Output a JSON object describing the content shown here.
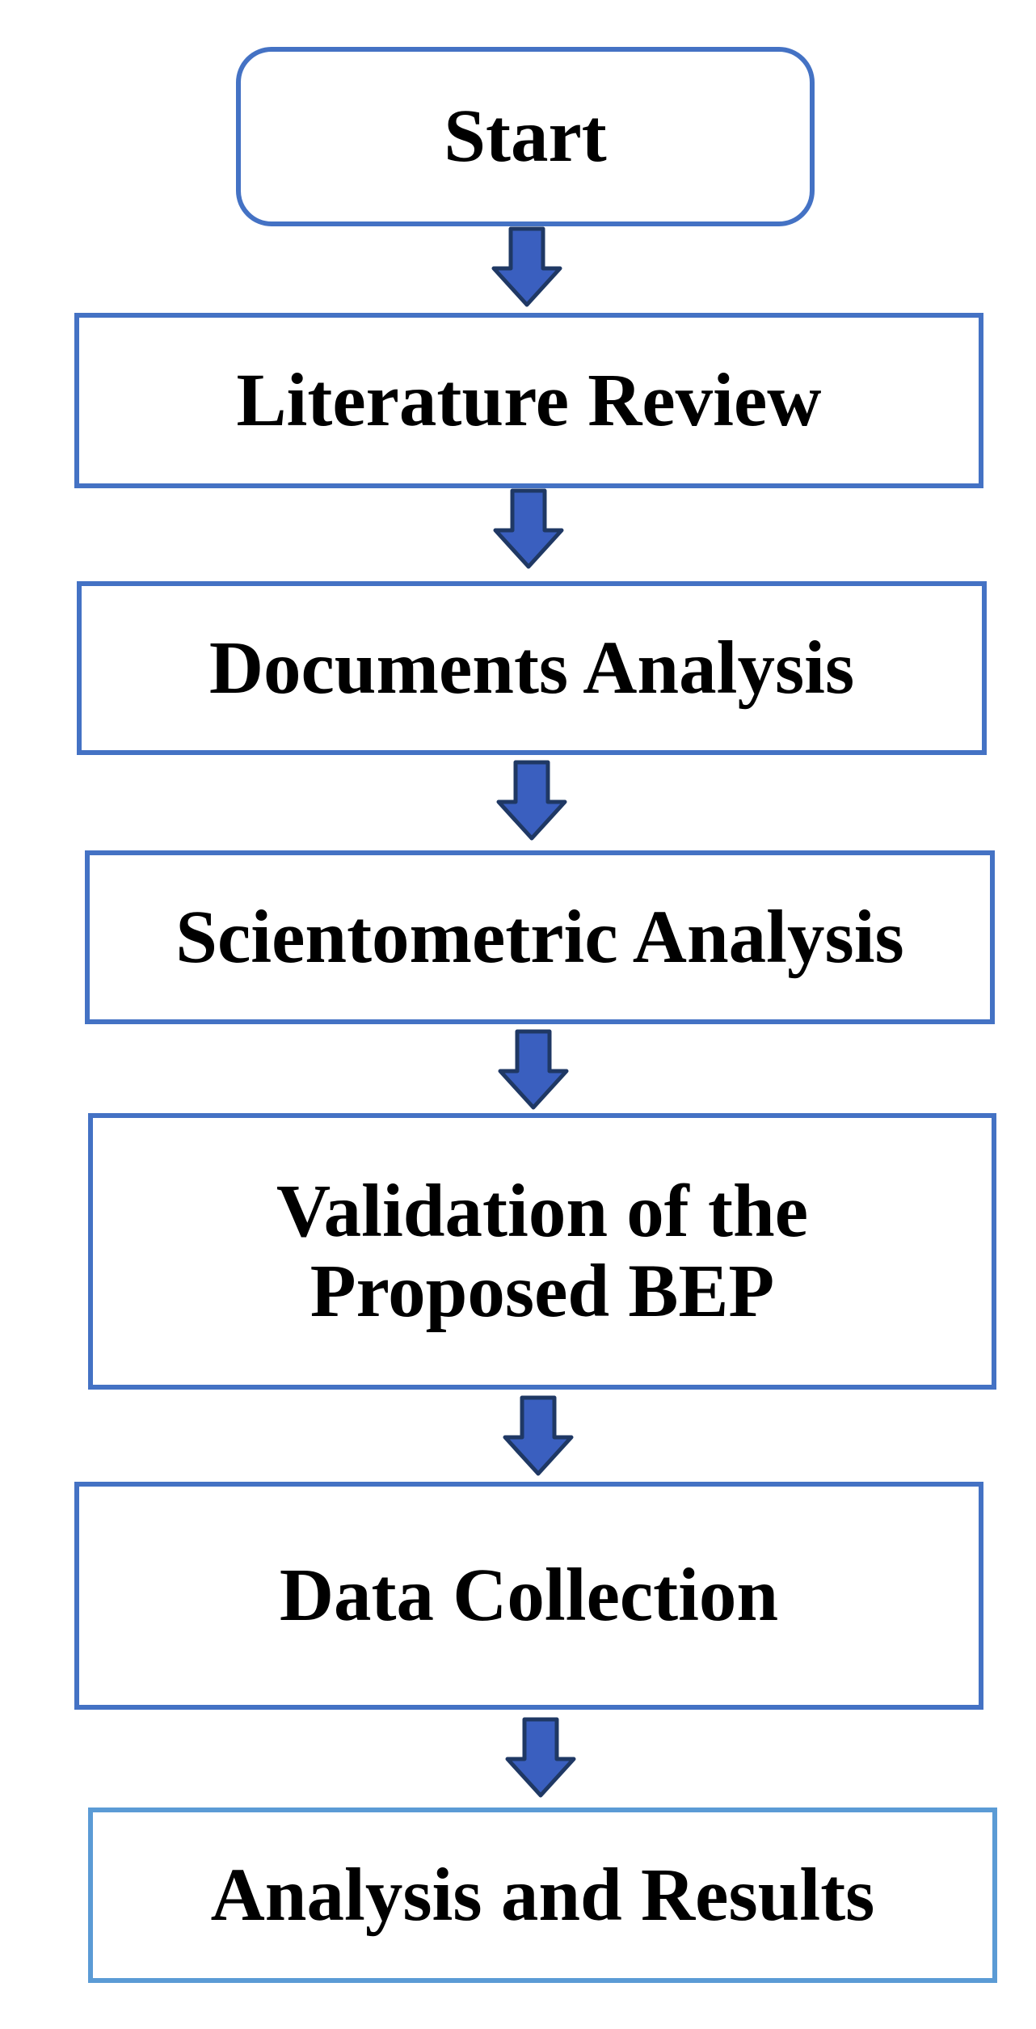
{
  "flowchart": {
    "steps": [
      {
        "id": "start",
        "lines": [
          "Start"
        ]
      },
      {
        "id": "literature-review",
        "lines": [
          "Literature Review"
        ]
      },
      {
        "id": "documents-analysis",
        "lines": [
          "Documents Analysis"
        ]
      },
      {
        "id": "scientometric-analysis",
        "lines": [
          "Scientometric Analysis"
        ]
      },
      {
        "id": "validation",
        "lines": [
          "Validation of the",
          "Proposed BEP"
        ]
      },
      {
        "id": "data-collection",
        "lines": [
          "Data Collection"
        ]
      },
      {
        "id": "analysis-results",
        "lines": [
          "Analysis and Results"
        ]
      }
    ]
  },
  "colors": {
    "box_border": "#4472c4",
    "last_box_border": "#5b9bd5",
    "arrow_fill": "#3a5fbf",
    "arrow_stroke": "#1f3864",
    "text": "#000000"
  }
}
